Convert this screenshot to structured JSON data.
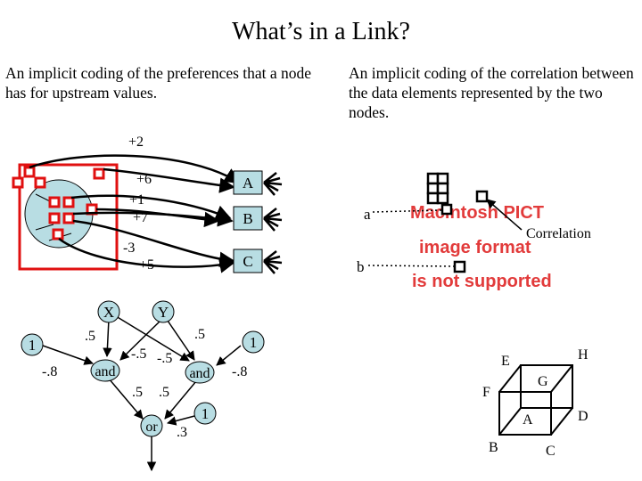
{
  "slide": {
    "title": "What’s in a Link?",
    "left_description": "An implicit coding of the preferences that a node has for upstream values.",
    "right_description": "An implicit coding of the correlation between the data elements represented by the two nodes."
  },
  "preference_diagram": {
    "weights": [
      "+2",
      "+6",
      "+1",
      "+7",
      "-3",
      "+5"
    ],
    "nodes": [
      "A",
      "B",
      "C"
    ]
  },
  "correlation_diagram": {
    "node_a": "a",
    "node_b": "b",
    "edge_label": "Correlation",
    "placeholder_lines": [
      "Macintosh PICT",
      "image format",
      "is not supported"
    ]
  },
  "network": {
    "x_label": "X",
    "y_label": "Y",
    "left_bias": "1",
    "right_bias": "1",
    "left_bias_weight": "-.8",
    "right_bias_weight": "-.8",
    "x_to_and_weight": ".5",
    "y_to_and_weight": ".5",
    "cross_weight_1": "-.5",
    "cross_weight_2": "-.5",
    "and_label": "and",
    "and_to_or_1": ".5",
    "and_to_or_2": ".5",
    "or_label": "or",
    "or_bias": "1",
    "or_bias_weight": ".3"
  },
  "cube": {
    "labels": [
      "E",
      "H",
      "F",
      "G",
      "A",
      "D",
      "B",
      "C"
    ]
  },
  "colors": {
    "red": "#e01010",
    "circle_fill": "#b8dde3",
    "mac_red": "#e23b3b"
  }
}
